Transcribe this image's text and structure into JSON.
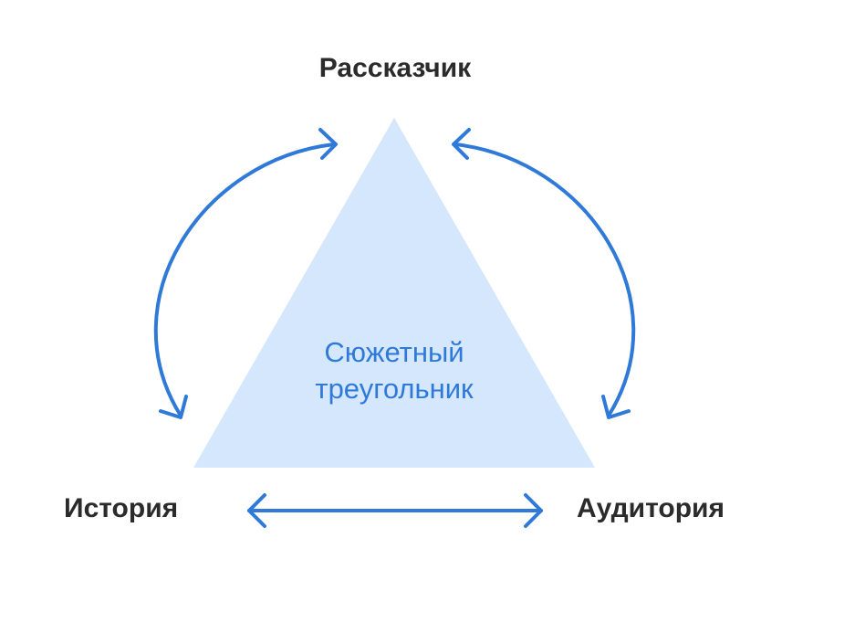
{
  "nodes": {
    "top": "Рассказчик",
    "left": "История",
    "right": "Аудитория"
  },
  "center": {
    "line1": "Сюжетный",
    "line2": "треугольник"
  },
  "colors": {
    "triangle_fill": "#d5e7fc",
    "arrow": "#2f7ad8",
    "center_text": "#2f7ad8",
    "node_text": "#2b2b2b"
  }
}
